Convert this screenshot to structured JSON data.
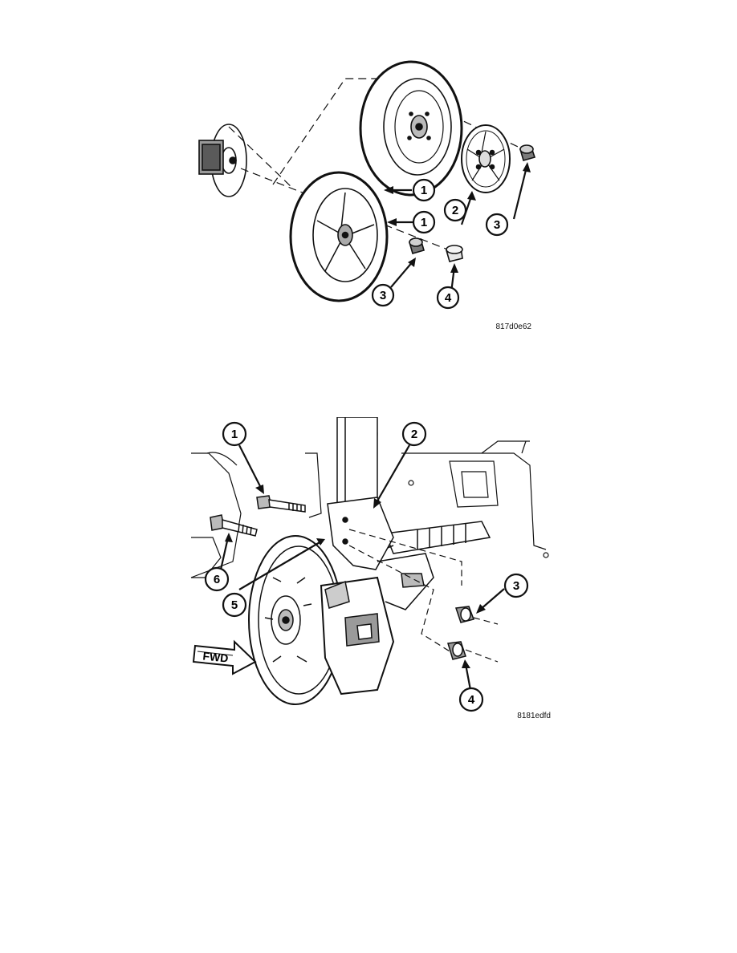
{
  "figure1": {
    "id": "817d0e62",
    "callouts": [
      "1",
      "1",
      "2",
      "3",
      "3",
      "4"
    ]
  },
  "figure2": {
    "id": "8181edfd",
    "fwd_label": "FWD",
    "callouts": [
      "1",
      "2",
      "3",
      "4",
      "5",
      "6"
    ]
  },
  "colors": {
    "line": "#111111",
    "fill": "#ffffff",
    "shade": "#8a8a8a",
    "light_shade": "#cfcfcf"
  }
}
